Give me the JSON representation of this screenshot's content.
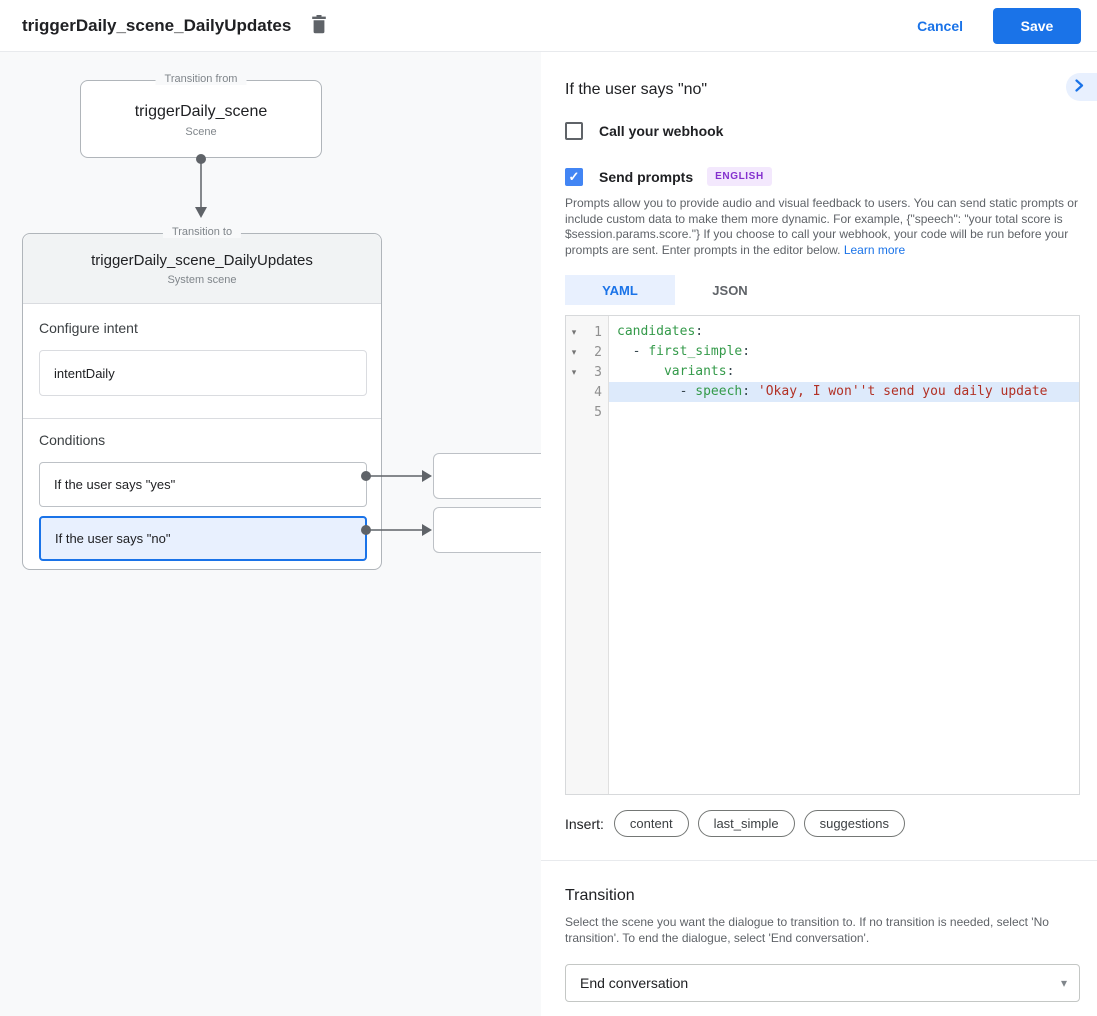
{
  "header": {
    "title": "triggerDaily_scene_DailyUpdates",
    "cancel_label": "Cancel",
    "save_label": "Save"
  },
  "diagram": {
    "from_node": {
      "legend": "Transition from",
      "title": "triggerDaily_scene",
      "subtitle": "Scene"
    },
    "to_node": {
      "legend": "Transition to",
      "title": "triggerDaily_scene_DailyUpdates",
      "subtitle": "System scene",
      "configure_intent_label": "Configure intent",
      "intent_value": "intentDaily",
      "conditions_label": "Conditions",
      "conditions": [
        {
          "label": "If the user says \"yes\"",
          "selected": false
        },
        {
          "label": "If the user says \"no\"",
          "selected": true
        }
      ]
    }
  },
  "panel": {
    "title": "If the user says \"no\"",
    "webhook_label": "Call your webhook",
    "send_prompts_label": "Send prompts",
    "language_badge": "ENGLISH",
    "description": "Prompts allow you to provide audio and visual feedback to users. You can send static prompts or include custom data to make them more dynamic. For example, {\"speech\": \"your total score is $session.params.score.\"} If you choose to call your webhook, your code will be run before your prompts are sent. Enter prompts in the editor below. ",
    "learn_more_label": "Learn more",
    "tabs": [
      {
        "label": "YAML",
        "active": true
      },
      {
        "label": "JSON",
        "active": false
      }
    ],
    "editor": {
      "lines": [
        {
          "num": "1",
          "indent": "",
          "key": "candidates",
          "colon": ":",
          "str": ""
        },
        {
          "num": "2",
          "indent": "  - ",
          "key": "first_simple",
          "colon": ":",
          "str": ""
        },
        {
          "num": "3",
          "indent": "      ",
          "key": "variants",
          "colon": ":",
          "str": ""
        },
        {
          "num": "4",
          "indent": "        - ",
          "key": "speech",
          "colon": ": ",
          "str": "'Okay, I won''t send you daily update"
        },
        {
          "num": "5",
          "indent": "",
          "key": "",
          "colon": "",
          "str": ""
        }
      ]
    },
    "insert_label": "Insert:",
    "chips": [
      "content",
      "last_simple",
      "suggestions"
    ],
    "transition": {
      "heading": "Transition",
      "description": "Select the scene you want the dialogue to transition to. If no transition is needed, select 'No transition'. To end the dialogue, select 'End conversation'.",
      "selected_value": "End conversation"
    }
  },
  "icons": {
    "fold": "▾",
    "check": "✓",
    "caret_down": "▾"
  },
  "colors": {
    "accent_blue": "#1a73e8",
    "checkbox_blue": "#4285f4",
    "selected_condition_bg": "#e8f0fe",
    "badge_bg": "#f3e8fd",
    "badge_text": "#8430ce",
    "code_key_green": "#349a4a",
    "code_string_red": "#b23125",
    "code_line_highlight": "#ddeafb",
    "canvas_bg": "#f8f9fa"
  }
}
